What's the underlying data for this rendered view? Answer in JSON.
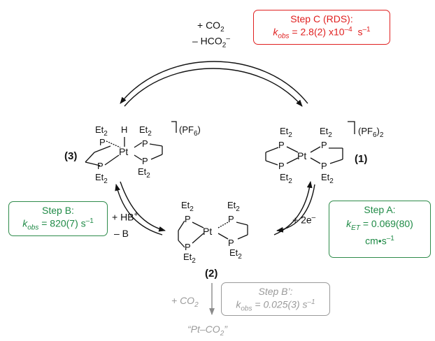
{
  "top": {
    "reagent_add": "+ CO",
    "reagent_add_sub": "2",
    "reagent_remove": "– HCO",
    "reagent_remove_sub": "2",
    "reagent_remove_sup": "–"
  },
  "step_c": {
    "title": "Step C (RDS):",
    "k": "k",
    "k_sub": "obs",
    "value": " = 2.8(2) x10",
    "exp": "–4",
    "unit": "  s",
    "unit_exp": "–1"
  },
  "step_b": {
    "title": "Step B:",
    "k": "k",
    "k_sub": "obs",
    "value": " = 820(7) s",
    "unit_exp": "–1"
  },
  "step_a": {
    "title": "Step A:",
    "k": "k",
    "k_sub": "ET",
    "value": " = 0.069(80)",
    "unit": "cm•s",
    "unit_exp": "–1"
  },
  "step_bp": {
    "title": "Step B’:",
    "k": "k",
    "k_sub": "obs",
    "value": " = 0.025(3) s",
    "unit_exp": "–1"
  },
  "left_reagents": {
    "add": "+ HB",
    "add_sup": "+",
    "remove": "– B"
  },
  "right_reagents": {
    "add": "+ 2e",
    "add_sup": "–"
  },
  "bottom": {
    "add": "+ CO",
    "add_sub": "2",
    "product": "“Pt–CO",
    "product_sub": "2",
    "product_end": "”"
  },
  "labels": {
    "c3": "(3)",
    "c1": "(1)",
    "c2": "(2)"
  },
  "atoms": {
    "et": "Et",
    "two": "2",
    "p": "P",
    "pt": "Pt",
    "h": "H",
    "pf6": "(PF",
    "six": "6",
    "close": ")"
  },
  "colors": {
    "red": "#e02020",
    "green": "#1f8a46",
    "grey": "#9a9a9a"
  }
}
